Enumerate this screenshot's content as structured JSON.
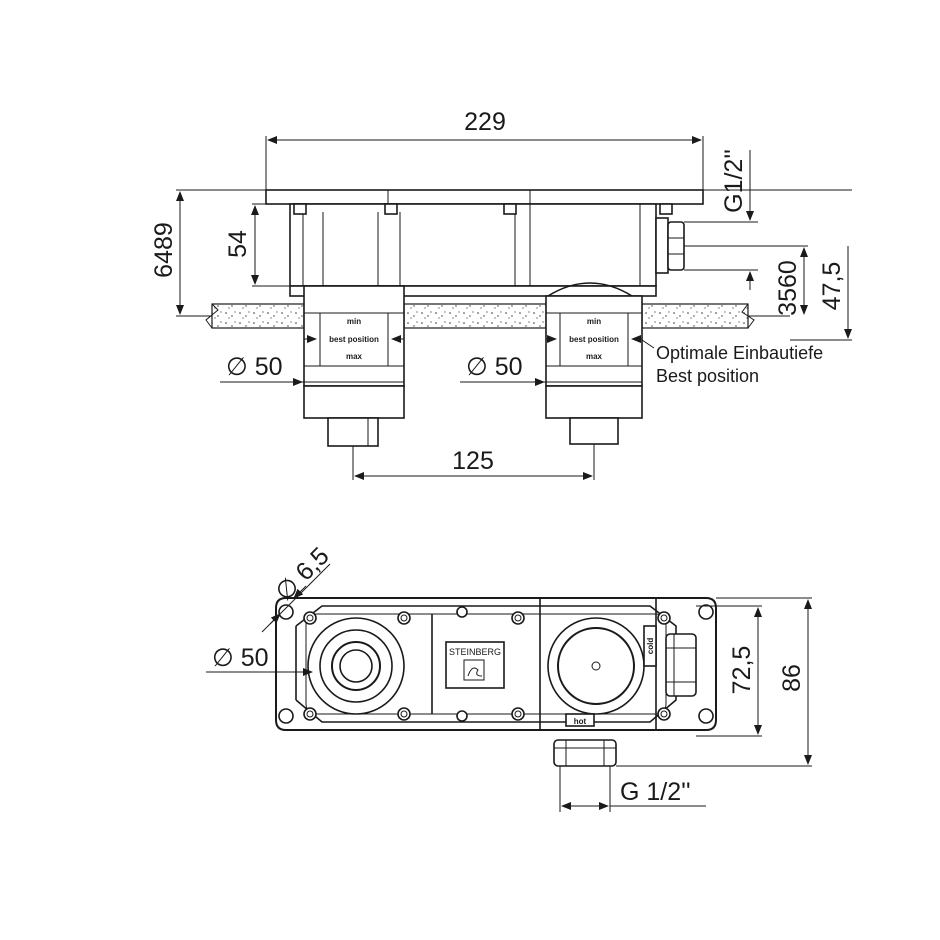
{
  "dimensions": {
    "width_total": "229",
    "thread_top": "G1/2''",
    "height_left": "6489",
    "height_54": "54",
    "height_3560": "3560",
    "height_475": "47,5",
    "dia_left": "∅ 50",
    "dia_right": "∅ 50",
    "spacing": "125",
    "hole_dia": "∅ 6,5",
    "dia_bottom": "∅ 50",
    "height_725": "72,5",
    "height_86": "86",
    "thread_bottom": "G 1/2''"
  },
  "sleeve_labels": {
    "min": "min",
    "best": "best position",
    "max": "max"
  },
  "note": {
    "line1": "Optimale Einbautiefe",
    "line2": "Best position"
  },
  "labels": {
    "brand": "STEINBERG",
    "cold": "cold",
    "hot": "hot"
  }
}
